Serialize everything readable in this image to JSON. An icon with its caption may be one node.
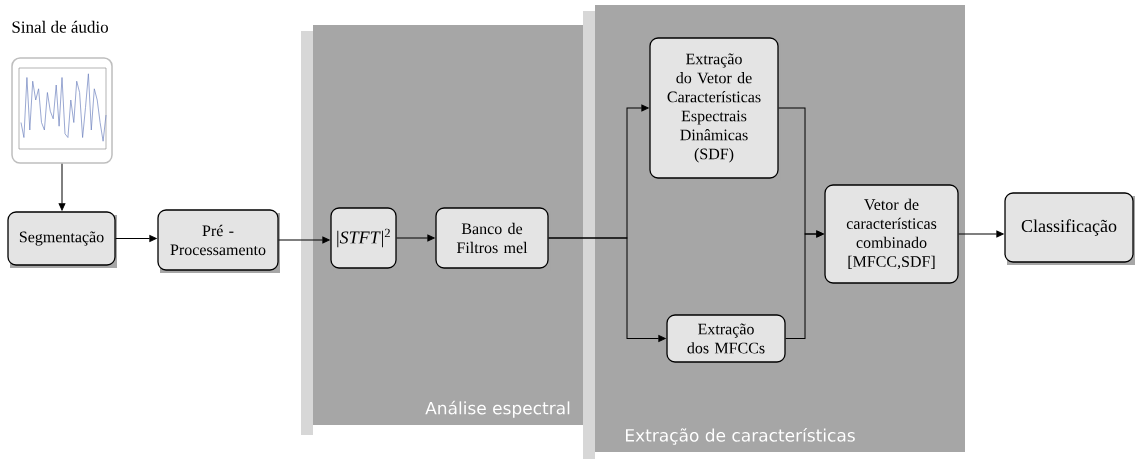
{
  "diagram": {
    "nodes": [
      {
        "text": [
          "Sinal de áudio"
        ]
      },
      {
        "text": [
          "Segmentação"
        ]
      },
      {
        "text": [
          "Pré - Processamento"
        ]
      },
      {
        "text": [
          "Análise espectral"
        ]
      },
      {
        "text": [
          "|*STFT*|$^{2}$"
        ],
        "in": 3
      },
      {
        "text": [
          "Banco de Filtros mel"
        ],
        "in": 3
      },
      {
        "text": [
          "Extração de características"
        ]
      },
      {
        "text": [
          "Extração do Vetor de Características Espectrais Dinâmicas (SDF)"
        ],
        "in": 6
      },
      {
        "text": [
          "Extração dos MFCCs"
        ],
        "in": 6
      },
      {
        "text": [
          "Vetor de características combinado [MFCC,SDF]"
        ],
        "in": 6
      },
      {
        "text": [
          "Classificação"
        ]
      }
    ],
    "edges": [
      {
        "from": 0,
        "to": 1,
        "arrow": "to"
      },
      {
        "from": 1,
        "to": 2,
        "arrow": "to"
      },
      {
        "from": 2,
        "to": 4,
        "arrow": "to"
      },
      {
        "from": 4,
        "to": 5,
        "arrow": "to"
      },
      {
        "from": 5,
        "to": 7,
        "arrow": "to"
      },
      {
        "from": 5,
        "to": 8,
        "arrow": "to"
      },
      {
        "from": 7,
        "to": 9,
        "arrow": "to"
      },
      {
        "from": 8,
        "to": 9,
        "arrow": "to"
      },
      {
        "from": 9,
        "to": 10,
        "arrow": "to"
      }
    ]
  }
}
